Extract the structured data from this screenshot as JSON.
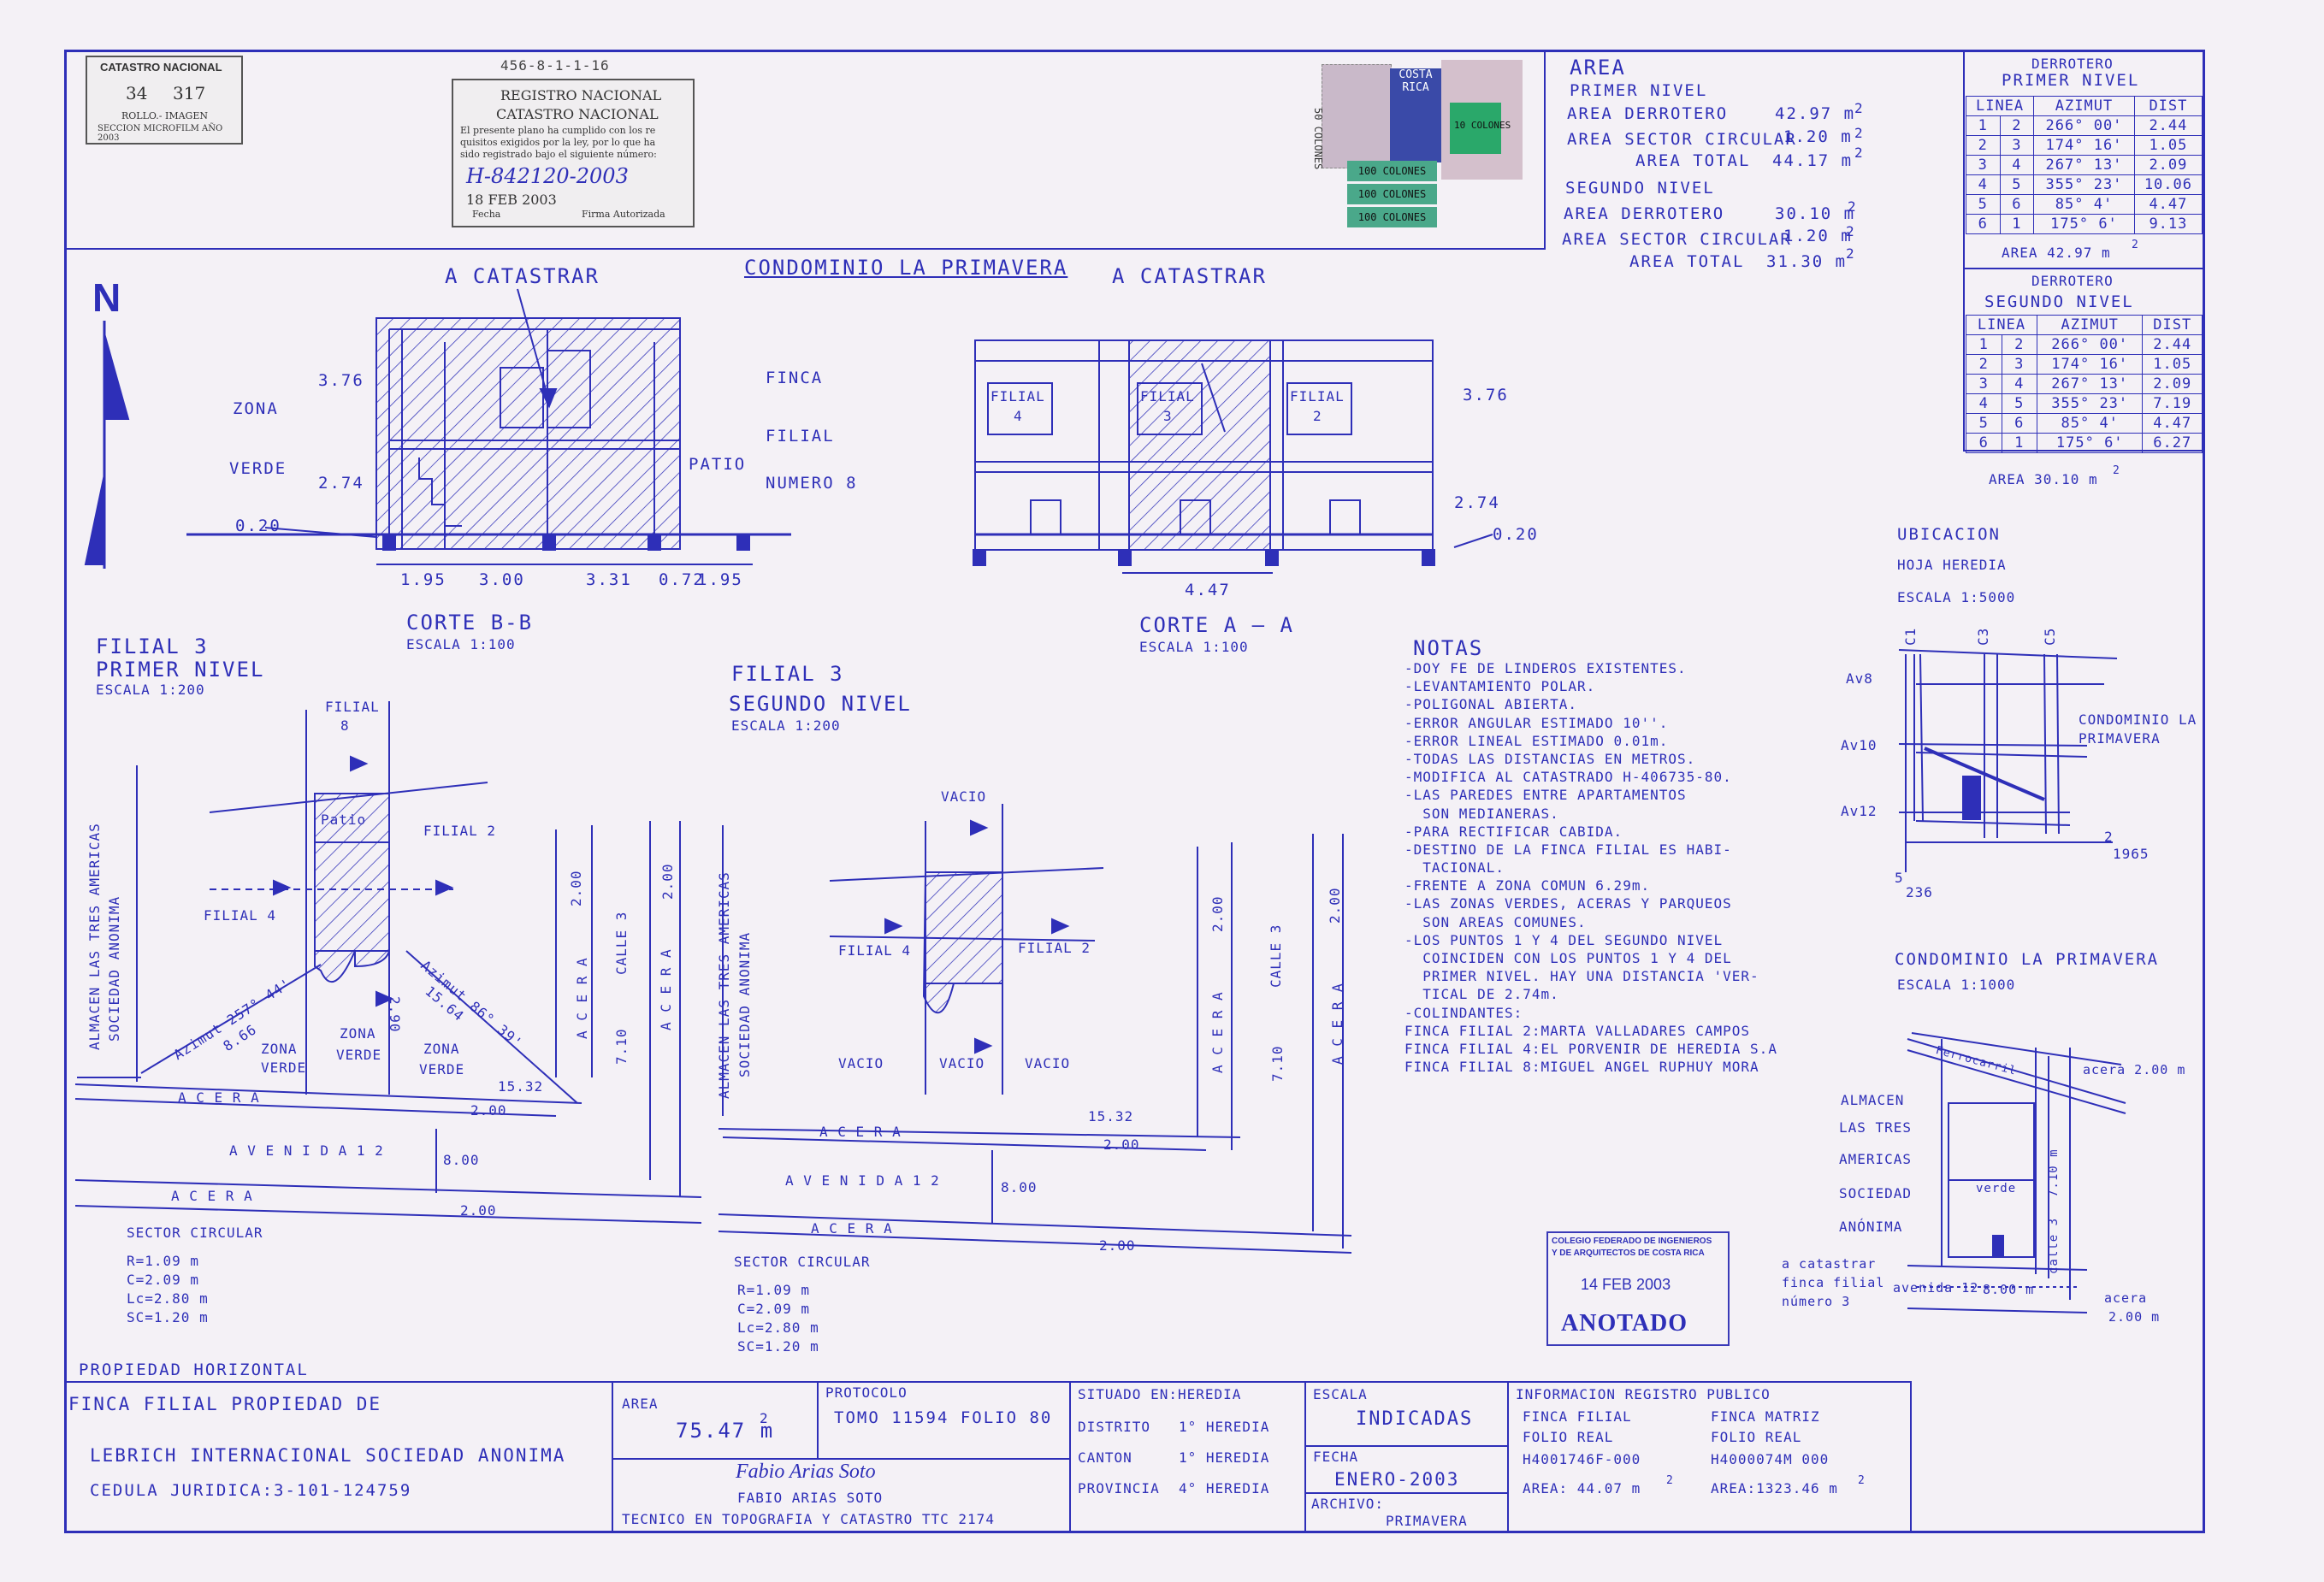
{
  "catastro_stamp": {
    "title": "CATASTRO NACIONAL",
    "n1": "34",
    "n2": "317",
    "line1": "ROLLO.- IMAGEN",
    "line2": "SECCION MICROFILM AÑO 2003"
  },
  "registro_stamp": {
    "top": "456-8-1-1-16",
    "t1": "REGISTRO NACIONAL",
    "t2": "CATASTRO NACIONAL",
    "body1": "El presente plano ha cumplido con los re",
    "body2": "quisitos exigidos por la ley, por lo que ha",
    "body3": "sido registrado bajo el siguiente número:",
    "number": "H-842120-2003",
    "date": "18 FEB 2003",
    "fecha": "Fecha",
    "firma": "Firma Autorizada"
  },
  "stamps": {
    "s1": "50 COLONES",
    "s2": "COSTA RICA",
    "s3": "100 COLONES",
    "s4": "100 COLONES",
    "s5": "100 COLONES",
    "s6": "10 COLONES"
  },
  "area": {
    "title": "AREA",
    "primer": "PRIMER NIVEL",
    "pd_label": "AREA DERROTERO",
    "pd_val": "42.97 m",
    "pc_label": "AREA SECTOR CIRCULAR",
    "pc_val": "1.20 m",
    "pt_label": "AREA TOTAL",
    "pt_val": "44.17 m",
    "segundo": "SEGUNDO NIVEL",
    "sd_label": "AREA DERROTERO",
    "sd_val": "30.10 m",
    "sc_label": "AREA SECTOR CIRCULAR",
    "sc_val": "1.20 m",
    "st_label": "AREA TOTAL",
    "st_val": "31.30 m",
    "sup": "2"
  },
  "derrotero1": {
    "t1": "DERROTERO",
    "t2": "PRIMER NIVEL",
    "headers": [
      "LINEA",
      "AZIMUT",
      "DIST"
    ],
    "rows": [
      [
        "1",
        "2",
        "266° 00'",
        "2.44"
      ],
      [
        "2",
        "3",
        "174° 16'",
        "1.05"
      ],
      [
        "3",
        "4",
        "267° 13'",
        "2.09"
      ],
      [
        "4",
        "5",
        "355° 23'",
        "10.06"
      ],
      [
        "5",
        "6",
        "85° 4'",
        "4.47"
      ],
      [
        "6",
        "1",
        "175° 6'",
        "9.13"
      ]
    ],
    "area": "AREA 42.97 m"
  },
  "derrotero2": {
    "t1": "DERROTERO",
    "t2": "SEGUNDO NIVEL",
    "headers": [
      "LINEA",
      "AZIMUT",
      "DIST"
    ],
    "rows": [
      [
        "1",
        "2",
        "266° 00'",
        "2.44"
      ],
      [
        "2",
        "3",
        "174° 16'",
        "1.05"
      ],
      [
        "3",
        "4",
        "267° 13'",
        "2.09"
      ],
      [
        "4",
        "5",
        "355° 23'",
        "7.19"
      ],
      [
        "5",
        "6",
        "85° 4'",
        "4.47"
      ],
      [
        "6",
        "1",
        "175° 6'",
        "6.27"
      ]
    ],
    "area": "AREA 30.10 m"
  },
  "north": "N",
  "title": "CONDOMINIO LA PRIMAVERA",
  "corte_bb": {
    "a_catastrar": "A CATASTRAR",
    "zona": "ZONA",
    "verde": "VERDE",
    "finca": "FINCA",
    "filial": "FILIAL",
    "numero": "NUMERO 8",
    "patio": "PATIO",
    "d376": "3.76",
    "d274": "2.74",
    "d020": "0.20",
    "dims": [
      "1.95",
      "3.00",
      "3.31",
      "0.72",
      "1.95"
    ],
    "title": "CORTE B-B",
    "scale": "ESCALA 1:100"
  },
  "corte_aa": {
    "a_catastrar": "A CATASTRAR",
    "f4": "FILIAL",
    "n4": "4",
    "f3": "FILIAL",
    "n3": "3",
    "f2": "FILIAL",
    "n2": "2",
    "d376": "3.76",
    "d274": "2.74",
    "d020": "0.20",
    "d447": "4.47",
    "title": "CORTE A — A",
    "scale": "ESCALA 1:100"
  },
  "plan1": {
    "t1": "FILIAL 3",
    "t2": "PRIMER NIVEL",
    "scale": "ESCALA 1:200",
    "almacen1": "ALMACEN LAS TRES AMERICAS",
    "almacen2": "SOCIEDAD ANONIMA",
    "filial8": "FILIAL",
    "n8": "8",
    "patio": "Patio",
    "filial2": "FILIAL 2",
    "filial4": "FILIAL 4",
    "zona": "ZONA",
    "verde": "VERDE",
    "az1": "Azimut 257° 44'",
    "az1d": "8.66",
    "az2": "Azimut 86° 39'",
    "az2d": "15.64",
    "d290": "2.90",
    "d1532": "15.32",
    "acera": "A C E R A",
    "avenida": "A V E N I D A   1 2",
    "d200": "2.00",
    "d800": "8.00",
    "d710": "7.10",
    "calle": "CALLE 3",
    "sector": "SECTOR CIRCULAR",
    "r": "R=1.09 m",
    "c": "C=2.09 m",
    "lc": "Lc=2.80 m",
    "sc": "SC=1.20 m"
  },
  "plan2": {
    "t1": "FILIAL 3",
    "t2": "SEGUNDO NIVEL",
    "scale": "ESCALA 1:200",
    "vacio": "VACIO",
    "filial4": "FILIAL 4",
    "filial2": "FILIAL 2",
    "d1532": "15.32",
    "acera": "A C E R A",
    "avenida": "A V E N I D A   1 2",
    "d200": "2.00",
    "d800": "8.00",
    "d710": "7.10",
    "calle": "CALLE 3",
    "sector": "SECTOR CIRCULAR",
    "r": "R=1.09 m",
    "c": "C=2.09 m",
    "lc": "Lc=2.80 m",
    "sc": "SC=1.20 m"
  },
  "notas": {
    "title": "NOTAS",
    "lines": [
      "-DOY FE DE LINDEROS EXISTENTES.",
      "-LEVANTAMIENTO POLAR.",
      "-POLIGONAL ABIERTA.",
      "-ERROR ANGULAR ESTIMADO 10''.",
      "-ERROR LINEAL ESTIMADO 0.01m.",
      "-TODAS LAS DISTANCIAS EN METROS.",
      "-MODIFICA AL CATASTRADO H-406735-80.",
      "-LAS PAREDES ENTRE APARTAMENTOS",
      "  SON MEDIANERAS.",
      "-PARA RECTIFICAR CABIDA.",
      "-DESTINO DE LA FINCA FILIAL ES HABI-",
      "  TACIONAL.",
      "-FRENTE A ZONA COMUN 6.29m.",
      "-LAS ZONAS VERDES, ACERAS Y PARQUEOS",
      "  SON AREAS COMUNES.",
      "-LOS PUNTOS 1 Y 4 DEL SEGUNDO NIVEL",
      "  COINCIDEN CON LOS PUNTOS 1 Y 4 DEL",
      "  PRIMER NIVEL. HAY UNA DISTANCIA 'VER-",
      "  TICAL DE 2.74m.",
      "-COLINDANTES:",
      "FINCA FILIAL 2:MARTA VALLADARES CAMPOS",
      "FINCA FILIAL 4:EL PORVENIR DE HEREDIA S.A",
      "FINCA FILIAL 8:MIGUEL ANGEL RUPHUY MORA"
    ]
  },
  "ubicacion": {
    "t1": "UBICACION",
    "t2": "HOJA HEREDIA",
    "scale": "ESCALA 1:5000",
    "c1": "C1",
    "c3": "C3",
    "c5": "C5",
    "av8": "Av8",
    "av10": "Av10",
    "av12": "Av12",
    "cond1": "CONDOMINIO LA",
    "cond2": "PRIMAVERA",
    "n2": "2",
    "n1965": "1965",
    "n5": "5",
    "n236": "236"
  },
  "condominio": {
    "t1": "CONDOMINIO LA PRIMAVERA",
    "scale": "ESCALA 1:1000",
    "ferro": "Ferrocarril",
    "acera200": "acera 2.00 m",
    "alm1": "ALMACEN",
    "alm2": "LAS TRES",
    "alm3": "AMERICAS",
    "alm4": "SOCIEDAD",
    "alm5": "ANÓNIMA",
    "verde": "verde",
    "calle": "calle 3",
    "d710": "7.10 m",
    "acat1": "a catastrar",
    "acat2": "finca filial",
    "acat3": "número 3",
    "av12": "avenida 12",
    "d800": "8.00 m",
    "acera": "acera",
    "d200": "2.00 m"
  },
  "colegio": {
    "l1": "COLEGIO FEDERADO DE INGENIEROS",
    "l2": "Y DE ARQUITECTOS DE COSTA RICA",
    "date": "14 FEB 2003",
    "anotado": "ANOTADO"
  },
  "footer": {
    "ph": "PROPIEDAD HORIZONTAL",
    "finca": "FINCA FILIAL PROPIEDAD DE",
    "owner": "LEBRICH INTERNACIONAL SOCIEDAD ANONIMA",
    "cedula": "CEDULA JURIDICA:3-101-124759",
    "area_l": "AREA",
    "area_v": "75.47 m",
    "protocolo_l": "PROTOCOLO",
    "protocolo_v": "TOMO 11594 FOLIO 80",
    "signature": "Fabio Arias Soto",
    "tecnico": "FABIO ARIAS SOTO",
    "tecnico2": "TECNICO EN TOPOGRAFIA Y CATASTRO TTC 2174",
    "situado": "SITUADO EN:HEREDIA",
    "distrito": "DISTRITO",
    "distrito_v": "1° HEREDIA",
    "canton": "CANTON",
    "canton_v": "1° HEREDIA",
    "provincia": "PROVINCIA",
    "provincia_v": "4° HEREDIA",
    "escala_l": "ESCALA",
    "escala_v": "INDICADAS",
    "fecha_l": "FECHA",
    "fecha_v": "ENERO-2003",
    "archivo_l": "ARCHIVO:",
    "archivo_v": "PRIMAVERA",
    "info": "INFORMACION REGISTRO PUBLICO",
    "ff": "FINCA FILIAL",
    "fr1": "FOLIO REAL",
    "frn1": "H4001746F-000",
    "a1": "AREA: 44.07 m",
    "fm": "FINCA MATRIZ",
    "fr2": "FOLIO REAL",
    "frn2": "H4000074M 000",
    "a2": "AREA:1323.46 m"
  }
}
